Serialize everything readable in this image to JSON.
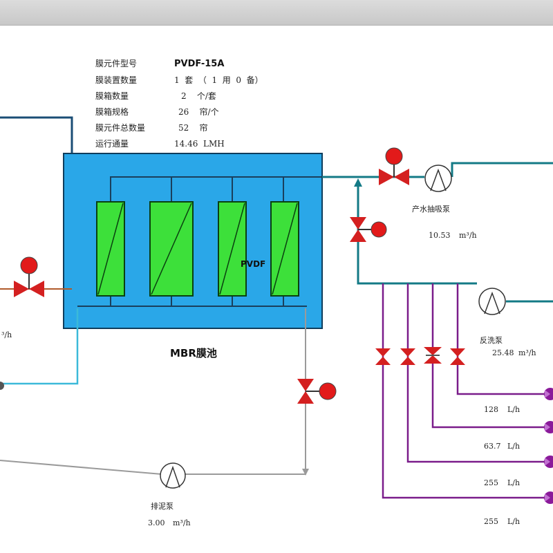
{
  "specs": [
    {
      "label": "膜元件型号",
      "value": "PVDF-15A"
    },
    {
      "label": "膜装置数量",
      "value": "1  套  （  1  用  0  备）"
    },
    {
      "label": "膜箱数量",
      "value": "2    个/套"
    },
    {
      "label": "膜箱规格",
      "value": "26    帘/个"
    },
    {
      "label": "膜元件总数量",
      "value": "52    帘"
    },
    {
      "label": "运行通量",
      "value": "14.46  LMH"
    }
  ],
  "tank": {
    "title": "MBR膜池",
    "module_label": "PVDF"
  },
  "pumps": {
    "product": {
      "name": "产水抽吸泵",
      "flow_value": "10.53",
      "flow_unit": "m³/h"
    },
    "backwash": {
      "name": "反洗泵",
      "flow_value": "25.48",
      "flow_unit": "m³/h"
    },
    "sludge": {
      "name": "排泥泵",
      "flow_value": "3.00",
      "flow_unit": "m³/h"
    }
  },
  "left_flow_partial": "³/h",
  "dosing_flows": [
    {
      "value": "128",
      "unit": "L/h"
    },
    {
      "value": "63.7",
      "unit": "L/h"
    },
    {
      "value": "255",
      "unit": "L/h"
    },
    {
      "value": "255",
      "unit": "L/h"
    }
  ],
  "colors": {
    "tank": "#2aa7e8",
    "module": "#3de03a",
    "navy_line": "#1a4d75",
    "teal_line": "#137a86",
    "cyan_line": "#3bb9d9",
    "purple_line": "#7a1c8a",
    "grey_line": "#9a9a9a",
    "valve": "#d42020",
    "actuator": "#e21a1a"
  }
}
